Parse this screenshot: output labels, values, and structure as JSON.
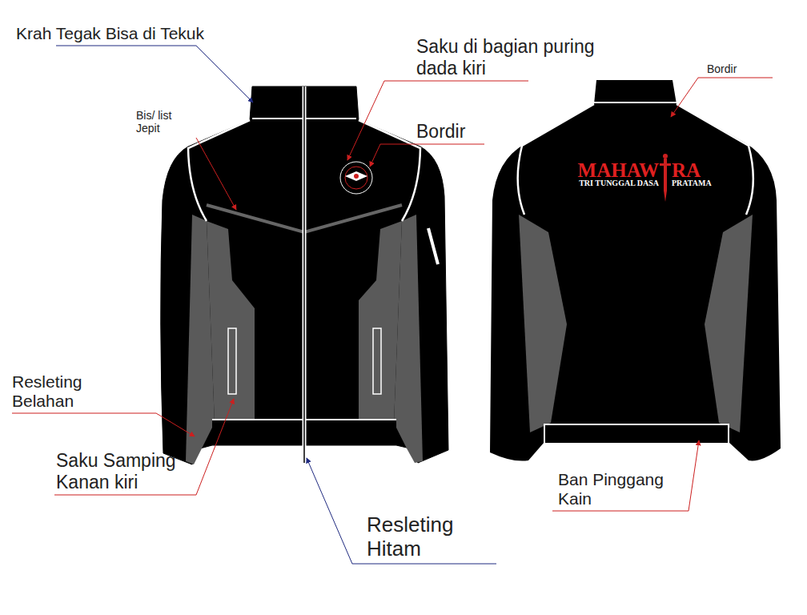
{
  "diagram": {
    "labels": [
      "Krah Tegak Bisa di Tekuk",
      "Saku di bagian puring dada kiri",
      "Bordir",
      "Bis/ list Jepit",
      "Bordir",
      "Resleting Belahan",
      "Saku Samping Kanan kiri",
      "Resleting Hitam",
      "Ban Pinggang Kain",
      "MAHAW",
      "RA",
      "TRI TUNGGAL DASA",
      "PRATAMA"
    ]
  }
}
